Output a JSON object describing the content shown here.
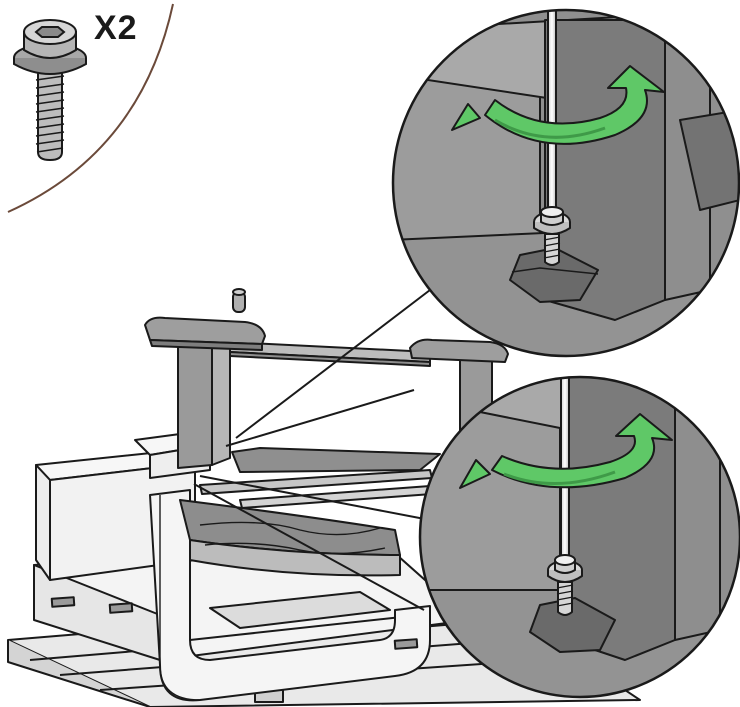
{
  "parts_callout": {
    "quantity_label": "X2",
    "part_icon": "screw-icon"
  },
  "detail_views": [
    {
      "name": "upper-leg-screw-detail",
      "action_icon": "rotate-clockwise-arrow-icon"
    },
    {
      "name": "lower-leg-screw-detail",
      "action_icon": "rotate-clockwise-arrow-icon"
    }
  ],
  "colors": {
    "arrow_green": "#5fc867",
    "arrow_green_dark": "#3f9a48",
    "detail_background": "#8a8a8a",
    "stand_gray": "#a9a9a9",
    "packaging_white": "#f2f2f2",
    "line": "#1a1a1a",
    "divider_brown": "#6b4a3a"
  }
}
